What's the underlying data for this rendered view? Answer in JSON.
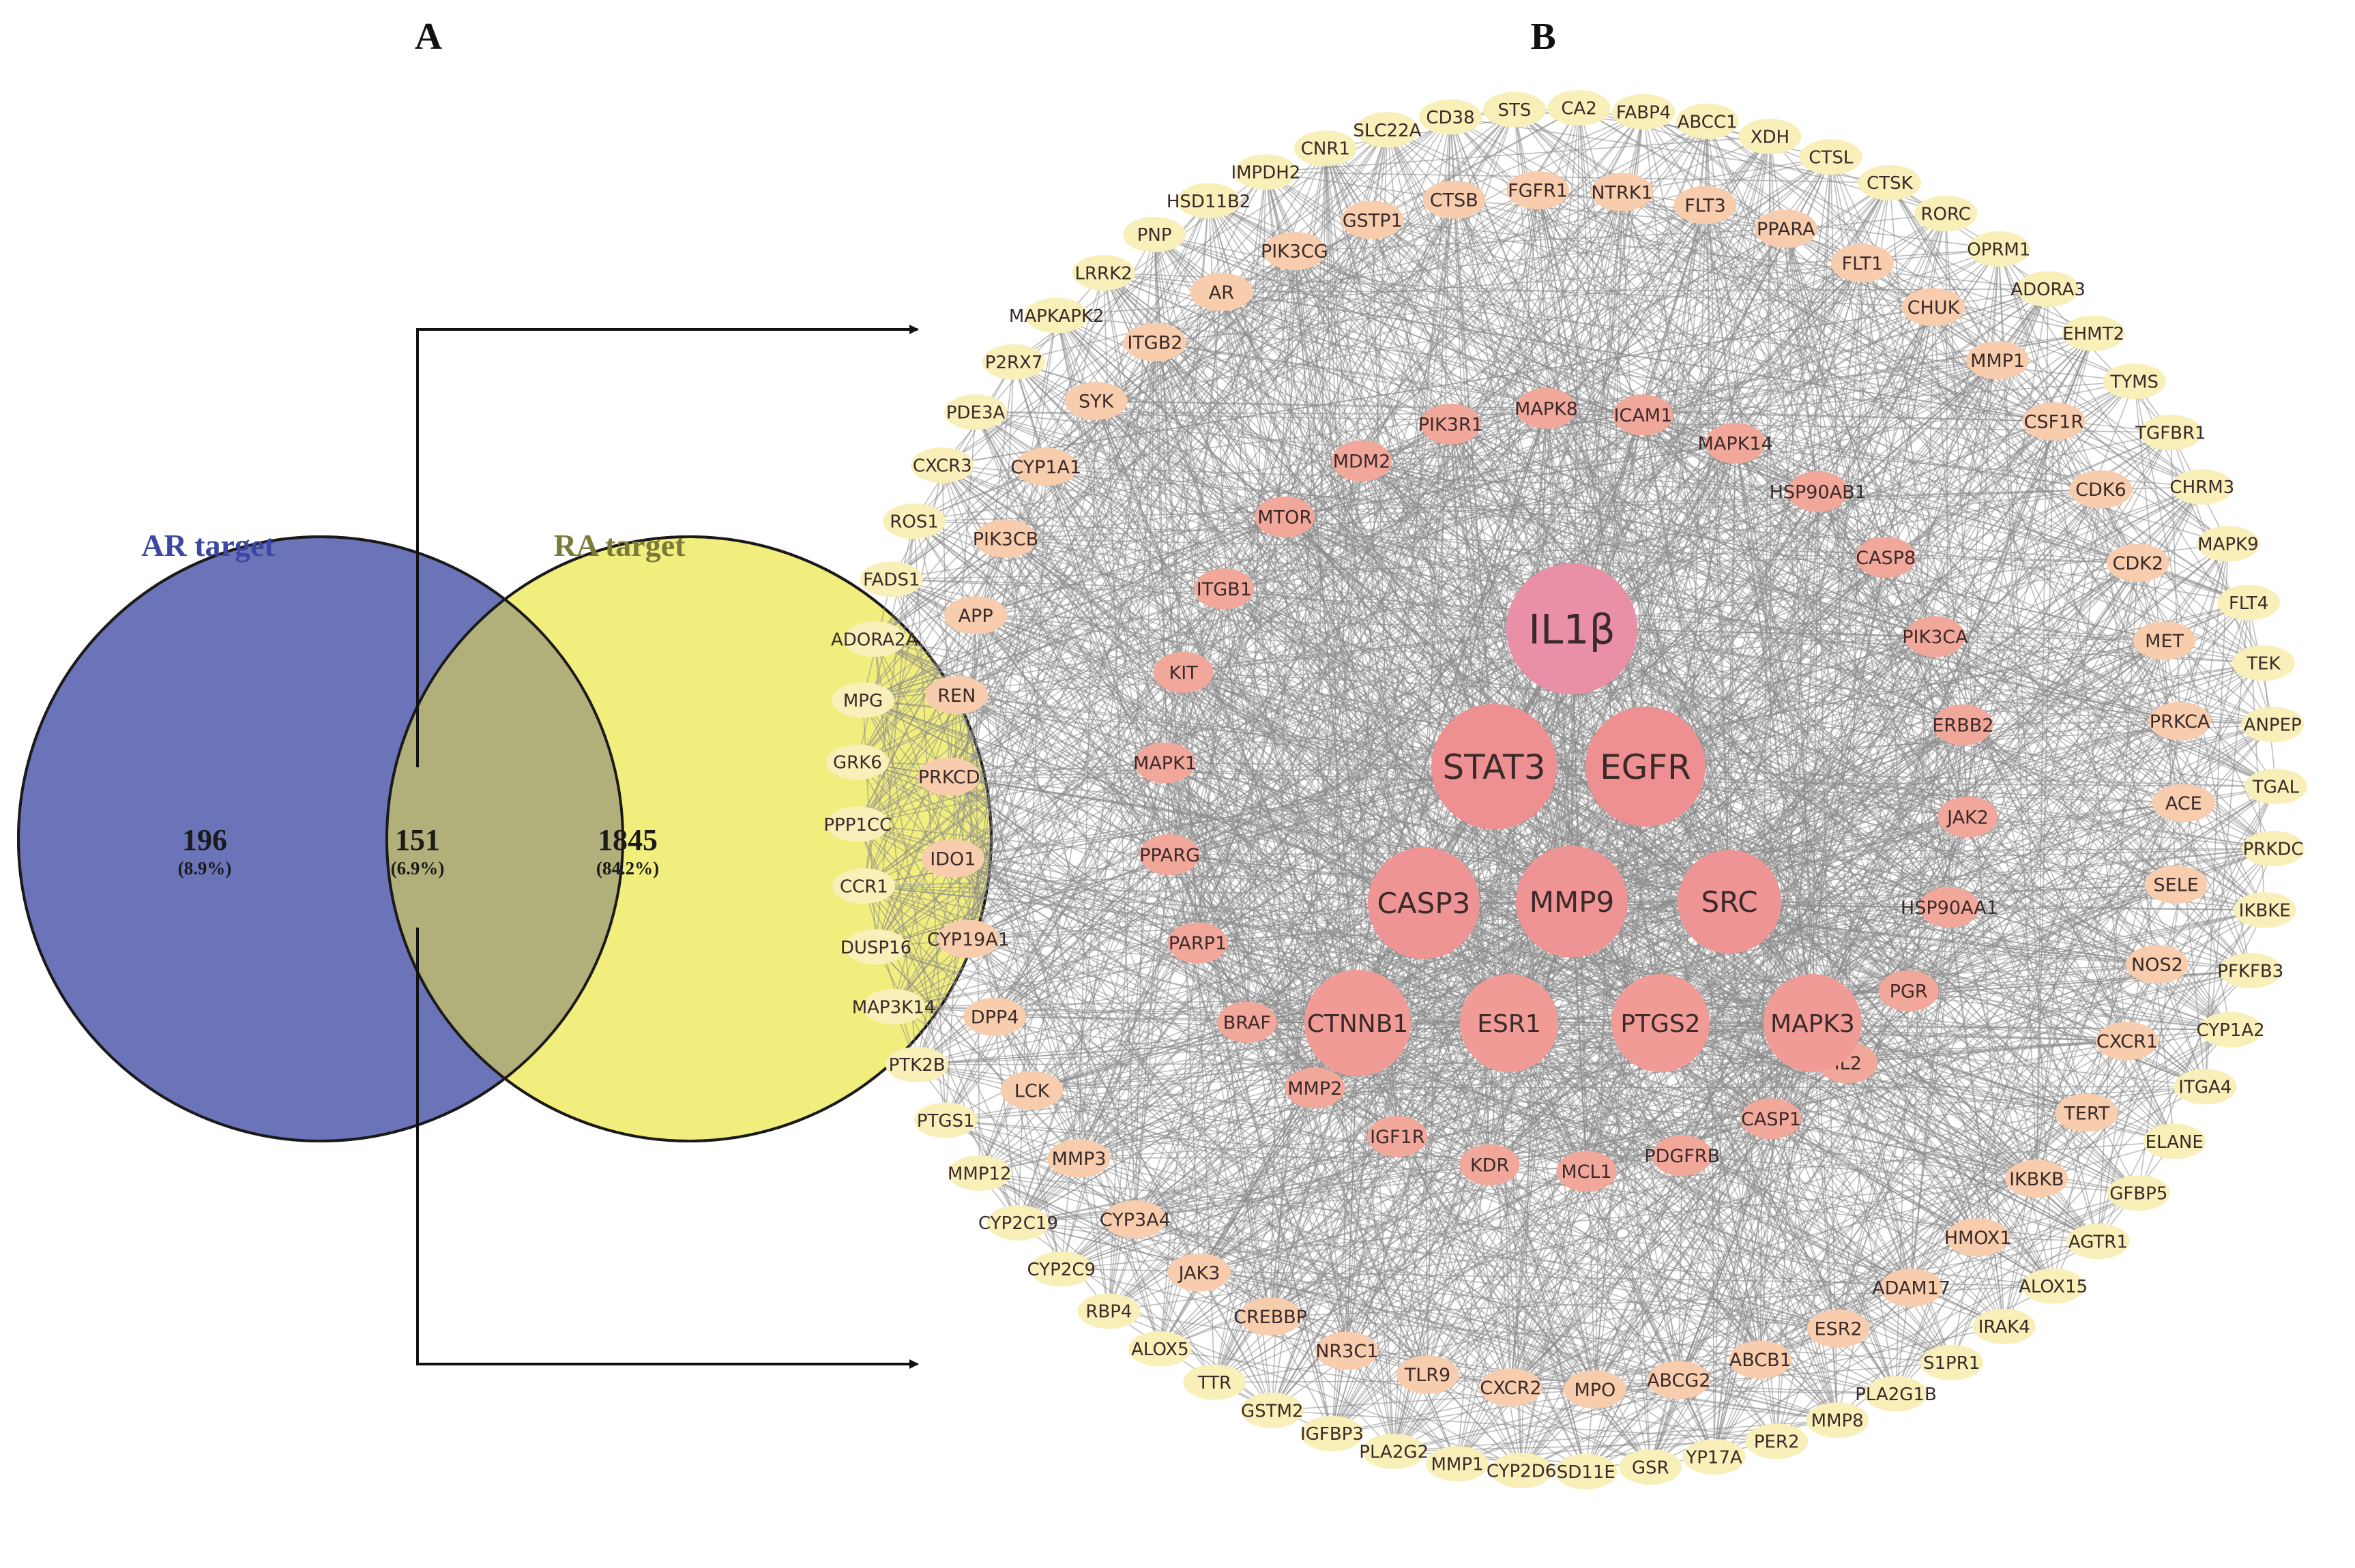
{
  "panels": {
    "a_label": "A",
    "b_label": "B"
  },
  "venn": {
    "left": {
      "title": "AR target",
      "count": "196",
      "percent": "(8.9%)",
      "color": "#6b73b9",
      "title_color": "#3b47a0"
    },
    "overlap": {
      "count": "151",
      "percent": "(6.9%)",
      "color": "#b1b07a"
    },
    "right": {
      "title": "RA target",
      "count": "1845",
      "percent": "(84.2%)",
      "color": "#f1ee7d",
      "title_color": "#7a7a3a"
    }
  },
  "network": {
    "edge_color": "#8a8a8a",
    "core": [
      "IL1β",
      "STAT3",
      "EGFR",
      "CASP3",
      "MMP9",
      "SRC",
      "CTNNB1",
      "ESR1",
      "PTGS2",
      "MAPK3"
    ],
    "inner_ring": [
      "MAPK8",
      "ICAM1",
      "MAPK14",
      "HSP90AB1",
      "CASP8",
      "PIK3CA",
      "ERBB2",
      "JAK2",
      "HSP90AA1",
      "PGR",
      "IL2",
      "CASP1",
      "PDGFRB",
      "MCL1",
      "KDR",
      "IGF1R",
      "MMP2",
      "BRAF",
      "PARP1",
      "PPARG",
      "MAPK1",
      "KIT",
      "ITGB1",
      "MTOR",
      "MDM2",
      "PIK3R1"
    ],
    "middle_ring": [
      "FLT1",
      "CHUK",
      "MMP1",
      "CSF1R",
      "CDK6",
      "CDK2",
      "MET",
      "PRKCA",
      "ACE",
      "SELE",
      "NOS2",
      "CXCR1",
      "TERT",
      "IKBKB",
      "HMOX1",
      "ADAM17",
      "ESR2",
      "ABCB1",
      "ABCG2",
      "MPO",
      "CXCR2",
      "TLR9",
      "NR3C1",
      "CREBBP",
      "JAK3",
      "CYP3A4",
      "MMP3",
      "LCK",
      "DPP4",
      "CYP19A1",
      "IDO1",
      "PRKCD",
      "REN",
      "APP",
      "PIK3CB",
      "CYP1A1",
      "SYK",
      "ITGB2",
      "AR",
      "PIK3CG",
      "GSTP1",
      "CTSB",
      "FGFR1",
      "NTRK1",
      "FLT3",
      "PPARA"
    ],
    "outer_ring": [
      "ABCC1",
      "XDH",
      "CTSL",
      "CTSK",
      "RORC",
      "OPRM1",
      "ADORA3",
      "EHMT2",
      "TYMS",
      "TGFBR1",
      "CHRM3",
      "MAPK9",
      "FLT4",
      "TEK",
      "ANPEP",
      "TGAL",
      "PRKDC",
      "IKBKE",
      "PFKFB3",
      "CYP1A2",
      "ITGA4",
      "ELANE",
      "GFBP5",
      "AGTR1",
      "ALOX15",
      "IRAK4",
      "S1PR1",
      "PLA2G1B",
      "MMP8",
      "PER2",
      "YP17A",
      "GSR",
      "SD11E",
      "CYP2D6",
      "MMP1",
      "PLA2G2",
      "IGFBP3",
      "GSTM2",
      "TTR",
      "ALOX5",
      "RBP4",
      "CYP2C9",
      "CYP2C19",
      "MMP12",
      "PTGS1",
      "PTK2B",
      "MAP3K14",
      "DUSP16",
      "CCR1",
      "PPP1CC",
      "GRK6",
      "MPG",
      "ADORA2A",
      "FADS1",
      "ROS1",
      "CXCR3",
      "PDE3A",
      "P2RX7",
      "MAPKAPK2",
      "LRRK2",
      "PNP",
      "HSD11B2",
      "IMPDH2",
      "CNR1",
      "SLC22A",
      "CD38",
      "STS",
      "CA2",
      "FABP4"
    ]
  }
}
